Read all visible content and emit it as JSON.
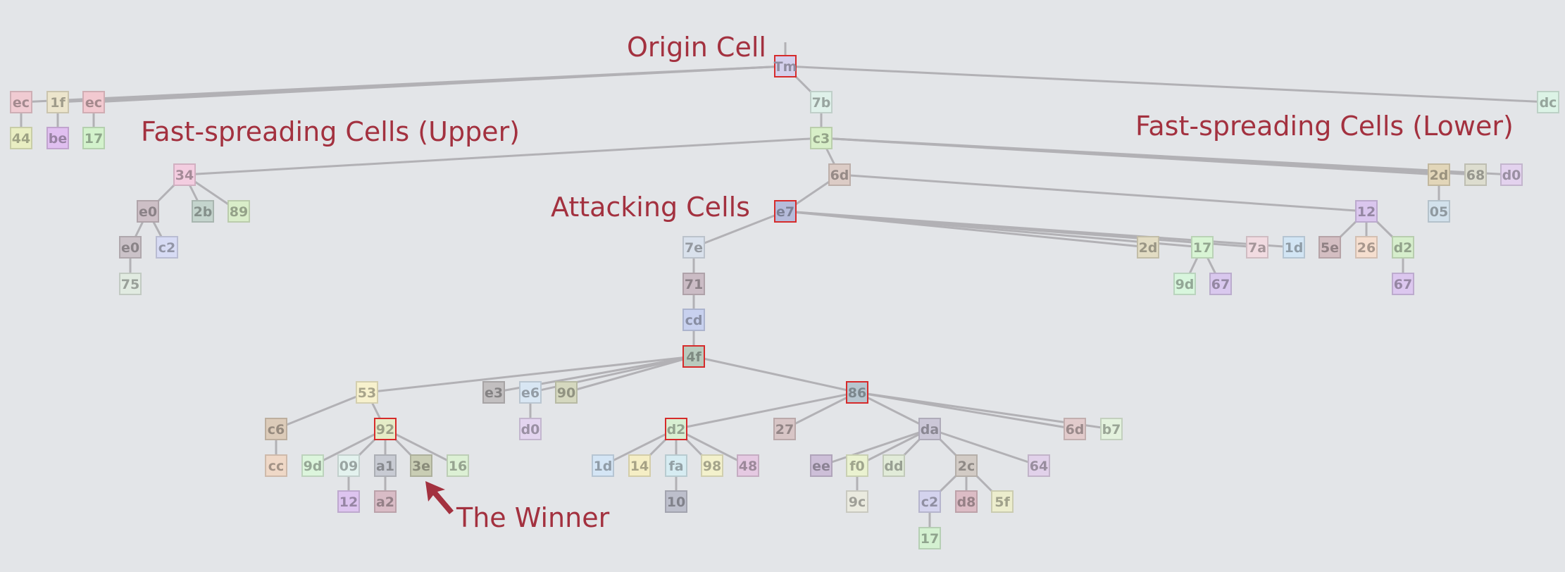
{
  "annotations": {
    "origin": "Origin Cell",
    "upper": "Fast-spreading Cells (Upper)",
    "lower": "Fast-spreading Cells (Lower)",
    "attacking": "Attacking Cells",
    "winner": "The Winner"
  },
  "colors": {
    "background": "#e3e5e8",
    "edge": "#b2b1b5",
    "highlight": "#d62b2b",
    "annotation": "#a3313f"
  },
  "nodes": [
    {
      "id": "root",
      "label": "Tm",
      "fill": "#d4d0ec",
      "highlight": true
    },
    {
      "id": "n7b",
      "label": "7b",
      "fill": "#dff1ea"
    },
    {
      "id": "c3",
      "label": "c3",
      "fill": "#d8efc8"
    },
    {
      "id": "ec1",
      "label": "ec",
      "fill": "#f0cbd2"
    },
    {
      "id": "ec1_44",
      "label": "44",
      "fill": "#e9eec2"
    },
    {
      "id": "f1f",
      "label": "1f",
      "fill": "#ece5cc"
    },
    {
      "id": "f1f_be",
      "label": "be",
      "fill": "#e0bff0"
    },
    {
      "id": "ec2",
      "label": "ec",
      "fill": "#f2c9d0"
    },
    {
      "id": "ec2_17",
      "label": "17",
      "fill": "#d3f2cc"
    },
    {
      "id": "dcR",
      "label": "dc",
      "fill": "#dcf3e6"
    },
    {
      "id": "n34",
      "label": "34",
      "fill": "#f3cde0"
    },
    {
      "id": "e0a",
      "label": "e0",
      "fill": "#cdbfc6"
    },
    {
      "id": "e0b",
      "label": "e0",
      "fill": "#cbc2c8"
    },
    {
      "id": "n75",
      "label": "75",
      "fill": "#e1ebe1"
    },
    {
      "id": "c2a",
      "label": "c2",
      "fill": "#d7dbf4"
    },
    {
      "id": "n2b",
      "label": "2b",
      "fill": "#c4d4cd"
    },
    {
      "id": "n89",
      "label": "89",
      "fill": "#d9edc9"
    },
    {
      "id": "n6d",
      "label": "6d",
      "fill": "#dcccc6"
    },
    {
      "id": "e7",
      "label": "e7",
      "fill": "#b6bcdb",
      "highlight": true
    },
    {
      "id": "n7e",
      "label": "7e",
      "fill": "#d9e1ec"
    },
    {
      "id": "n71",
      "label": "71",
      "fill": "#cbbcc5"
    },
    {
      "id": "cd",
      "label": "cd",
      "fill": "#c8d1ef"
    },
    {
      "id": "n4f",
      "label": "4f",
      "fill": "#b9cbbe",
      "highlight": true
    },
    {
      "id": "n53",
      "label": "53",
      "fill": "#f7f1cd"
    },
    {
      "id": "c6",
      "label": "c6",
      "fill": "#dccbb9"
    },
    {
      "id": "cc",
      "label": "cc",
      "fill": "#efd8c7"
    },
    {
      "id": "n92",
      "label": "92",
      "fill": "#e5ecc7",
      "highlight": true
    },
    {
      "id": "n9d",
      "label": "9d",
      "fill": "#dcf5dc"
    },
    {
      "id": "n09",
      "label": "09",
      "fill": "#e3f2ee"
    },
    {
      "id": "n12a",
      "label": "12",
      "fill": "#ddc4ef"
    },
    {
      "id": "a1",
      "label": "a1",
      "fill": "#c8cbd3"
    },
    {
      "id": "a2",
      "label": "a2",
      "fill": "#d9bcc6"
    },
    {
      "id": "n3e",
      "label": "3e",
      "fill": "#c9cdb4"
    },
    {
      "id": "n16",
      "label": "16",
      "fill": "#dcf0d4"
    },
    {
      "id": "e3",
      "label": "e3",
      "fill": "#c2bfc0"
    },
    {
      "id": "e6",
      "label": "e6",
      "fill": "#d8e6f3"
    },
    {
      "id": "d0a",
      "label": "d0",
      "fill": "#e3d4ef"
    },
    {
      "id": "n90",
      "label": "90",
      "fill": "#d5d8bf"
    },
    {
      "id": "n86",
      "label": "86",
      "fill": "#b7c6cf",
      "highlight": true
    },
    {
      "id": "d2a",
      "label": "d2",
      "fill": "#d8efd2",
      "highlight": true
    },
    {
      "id": "n1da",
      "label": "1d",
      "fill": "#d4e5f5"
    },
    {
      "id": "n14",
      "label": "14",
      "fill": "#f5eec5"
    },
    {
      "id": "fa",
      "label": "fa",
      "fill": "#d6ecf2"
    },
    {
      "id": "n10",
      "label": "10",
      "fill": "#bdbfcc"
    },
    {
      "id": "n98",
      "label": "98",
      "fill": "#f3f1cc"
    },
    {
      "id": "n48",
      "label": "48",
      "fill": "#e5c9e2"
    },
    {
      "id": "n27",
      "label": "27",
      "fill": "#d8c5c6"
    },
    {
      "id": "da",
      "label": "da",
      "fill": "#cbc7d7"
    },
    {
      "id": "ee",
      "label": "ee",
      "fill": "#cdbfd8"
    },
    {
      "id": "f0",
      "label": "f0",
      "fill": "#eaf2d0"
    },
    {
      "id": "n9c",
      "label": "9c",
      "fill": "#eaeadf"
    },
    {
      "id": "dd",
      "label": "dd",
      "fill": "#e1ebd8"
    },
    {
      "id": "n2c",
      "label": "2c",
      "fill": "#d2cbc5"
    },
    {
      "id": "c2b",
      "label": "c2",
      "fill": "#d4d3ee"
    },
    {
      "id": "n17b",
      "label": "17",
      "fill": "#d4f1d1"
    },
    {
      "id": "d8",
      "label": "d8",
      "fill": "#dcbcc5"
    },
    {
      "id": "n5f",
      "label": "5f",
      "fill": "#ecedcd"
    },
    {
      "id": "n64",
      "label": "64",
      "fill": "#e1d1ea"
    },
    {
      "id": "n6dL",
      "label": "6d",
      "fill": "#e2cbcc"
    },
    {
      "id": "b7",
      "label": "b7",
      "fill": "#e3f2dd"
    },
    {
      "id": "n2dA",
      "label": "2d",
      "fill": "#e2d6b9"
    },
    {
      "id": "n05",
      "label": "05",
      "fill": "#d2e1ec"
    },
    {
      "id": "n68",
      "label": "68",
      "fill": "#ddddcf"
    },
    {
      "id": "d0b",
      "label": "d0",
      "fill": "#e3d2ee"
    },
    {
      "id": "n12b",
      "label": "12",
      "fill": "#dac6ee"
    },
    {
      "id": "n5e",
      "label": "5e",
      "fill": "#d4bec2"
    },
    {
      "id": "n26",
      "label": "26",
      "fill": "#f5decf"
    },
    {
      "id": "d2b",
      "label": "d2",
      "fill": "#d6eecc"
    },
    {
      "id": "n67b",
      "label": "67",
      "fill": "#dcc7ef"
    },
    {
      "id": "n2dB",
      "label": "2d",
      "fill": "#e2dcc3"
    },
    {
      "id": "n17c",
      "label": "17",
      "fill": "#d8f4d4"
    },
    {
      "id": "n9dR",
      "label": "9d",
      "fill": "#d8f6dd"
    },
    {
      "id": "n67a",
      "label": "67",
      "fill": "#d9c8ee"
    },
    {
      "id": "n7a",
      "label": "7a",
      "fill": "#f1dbe1"
    },
    {
      "id": "n1db",
      "label": "1d",
      "fill": "#d2e5f4"
    }
  ],
  "edges": [
    [
      "root",
      "n7b"
    ],
    [
      "n7b",
      "c3"
    ],
    [
      "root",
      "ec1"
    ],
    [
      "root",
      "f1f"
    ],
    [
      "root",
      "ec2"
    ],
    [
      "root",
      "dcR"
    ],
    [
      "ec1",
      "ec1_44"
    ],
    [
      "f1f",
      "f1f_be"
    ],
    [
      "ec2",
      "ec2_17"
    ],
    [
      "c3",
      "n34"
    ],
    [
      "c3",
      "n6d"
    ],
    [
      "c3",
      "n2dA"
    ],
    [
      "c3",
      "n68"
    ],
    [
      "c3",
      "d0b"
    ],
    [
      "n34",
      "e0a"
    ],
    [
      "n34",
      "n2b"
    ],
    [
      "n34",
      "n89"
    ],
    [
      "e0a",
      "e0b"
    ],
    [
      "e0a",
      "c2a"
    ],
    [
      "e0b",
      "n75"
    ],
    [
      "n2dA",
      "n05"
    ],
    [
      "n6d",
      "e7"
    ],
    [
      "n6d",
      "n12b"
    ],
    [
      "n12b",
      "n5e"
    ],
    [
      "n12b",
      "n26"
    ],
    [
      "n12b",
      "d2b"
    ],
    [
      "d2b",
      "n67b"
    ],
    [
      "e7",
      "n7e"
    ],
    [
      "e7",
      "n2dB"
    ],
    [
      "e7",
      "n17c"
    ],
    [
      "e7",
      "n7a"
    ],
    [
      "e7",
      "n1db"
    ],
    [
      "n17c",
      "n9dR"
    ],
    [
      "n17c",
      "n67a"
    ],
    [
      "n7e",
      "n71"
    ],
    [
      "n71",
      "cd"
    ],
    [
      "cd",
      "n4f"
    ],
    [
      "n4f",
      "n53"
    ],
    [
      "n4f",
      "e3"
    ],
    [
      "n4f",
      "e6"
    ],
    [
      "n4f",
      "n90"
    ],
    [
      "n4f",
      "n86"
    ],
    [
      "n53",
      "c6"
    ],
    [
      "n53",
      "n92"
    ],
    [
      "c6",
      "cc"
    ],
    [
      "n92",
      "n9d"
    ],
    [
      "n92",
      "n09"
    ],
    [
      "n92",
      "a1"
    ],
    [
      "n92",
      "n3e"
    ],
    [
      "n92",
      "n16"
    ],
    [
      "n09",
      "n12a"
    ],
    [
      "a1",
      "a2"
    ],
    [
      "e6",
      "d0a"
    ],
    [
      "n86",
      "d2a"
    ],
    [
      "n86",
      "n27"
    ],
    [
      "n86",
      "da"
    ],
    [
      "n86",
      "n6dL"
    ],
    [
      "n86",
      "b7"
    ],
    [
      "d2a",
      "n1da"
    ],
    [
      "d2a",
      "n14"
    ],
    [
      "d2a",
      "fa"
    ],
    [
      "d2a",
      "n98"
    ],
    [
      "d2a",
      "n48"
    ],
    [
      "fa",
      "n10"
    ],
    [
      "da",
      "ee"
    ],
    [
      "da",
      "f0"
    ],
    [
      "da",
      "dd"
    ],
    [
      "da",
      "n2c"
    ],
    [
      "da",
      "n64"
    ],
    [
      "f0",
      "n9c"
    ],
    [
      "n2c",
      "c2b"
    ],
    [
      "n2c",
      "d8"
    ],
    [
      "n2c",
      "n5f"
    ],
    [
      "c2b",
      "n17b"
    ]
  ]
}
